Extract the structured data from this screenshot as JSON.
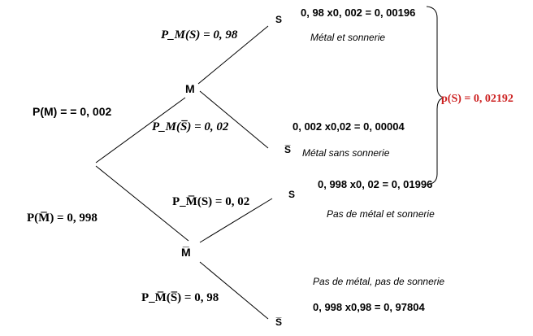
{
  "nodes": {
    "m": "M",
    "mbar": "M̅",
    "s1": "S",
    "sbar1": "S̅",
    "s2": "S",
    "sbar2": "S̅"
  },
  "branches": {
    "p_m": "P(M) = = 0, 002",
    "p_mbar": "P(M̅) = 0, 998",
    "pm_s": "P_M(S) = 0, 98",
    "pm_sbar": "P_M(S̅) = 0, 02",
    "pmbar_s": "P_M̅(S) = 0, 02",
    "pmbar_sbar": "P_M̅(S̅) = 0, 98"
  },
  "outcomes": [
    {
      "calc": "0, 98 x0, 002 = 0, 00196",
      "desc": "Métal et sonnerie"
    },
    {
      "calc": "0, 002 x0,02 = 0, 00004",
      "desc": "Métal sans sonnerie"
    },
    {
      "calc": "0, 998 x0, 02 = 0, 01996",
      "desc": "Pas de métal et sonnerie"
    },
    {
      "calc": "0, 998 x0,98 = 0, 97804",
      "desc": "Pas de métal, pas de sonnerie"
    }
  ],
  "total": "p(S) = 0, 02192",
  "colors": {
    "total": "#cc1f1f",
    "ink": "#000000"
  }
}
